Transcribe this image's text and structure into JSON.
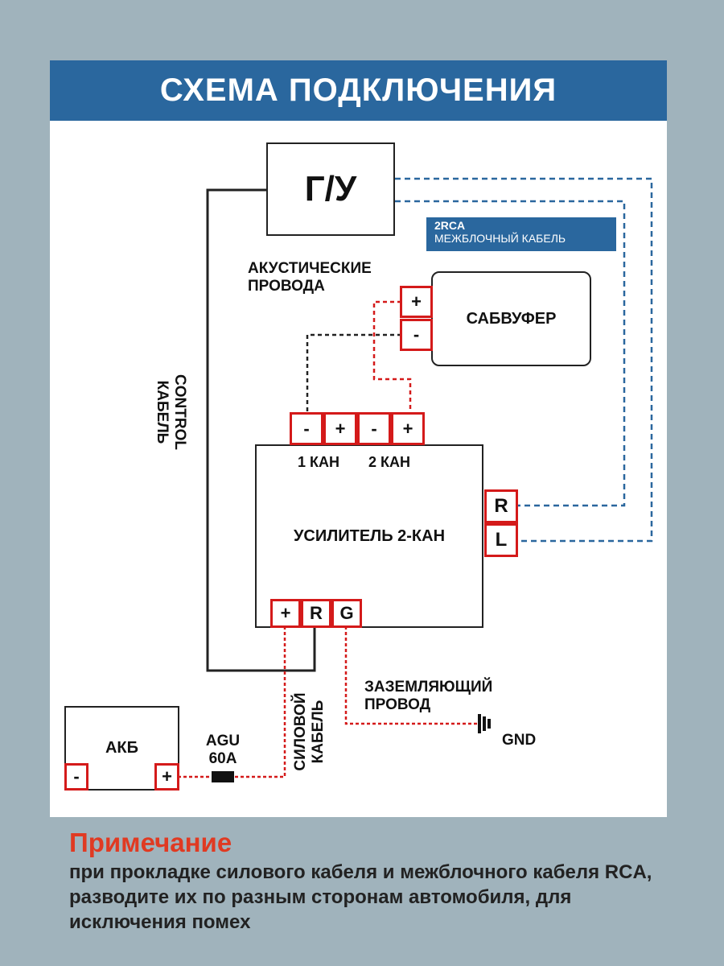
{
  "title": "СХЕМА ПОДКЛЮЧЕНИЯ",
  "head_unit": "Г/У",
  "rca_tag": {
    "line1": "2RCA",
    "line2": "МЕЖБЛОЧНЫЙ КАБЕЛЬ"
  },
  "speaker_wires": {
    "line1": "АКУСТИЧЕСКИЕ",
    "line2": "ПРОВОДА"
  },
  "subwoofer": "САБВУФЕР",
  "sub_terminals": [
    "+",
    "-"
  ],
  "amp_out_terminals": [
    "-",
    "+",
    "-",
    "+"
  ],
  "channel_labels": [
    "1 КАН",
    "2 КАН"
  ],
  "amplifier": "УСИЛИТЕЛЬ 2-КАН",
  "rca_terminals": [
    "R",
    "L"
  ],
  "power_terminals": [
    "+",
    "R",
    "G"
  ],
  "control_cable": {
    "line1": "CONTROL",
    "line2": "КАБЕЛЬ"
  },
  "power_cable": {
    "line1": "СИЛОВОЙ",
    "line2": "КАБЕЛЬ"
  },
  "ground_wire": {
    "line1": "ЗАЗЕМЛЯЮЩИЙ",
    "line2": "ПРОВОД"
  },
  "gnd": "GND",
  "battery": "АКБ",
  "battery_terminals": [
    "-",
    "+"
  ],
  "fuse": {
    "line1": "AGU",
    "line2": "60A"
  },
  "note": {
    "title": "Примечание",
    "text": "при прокладке силового кабеля и межблочного кабеля RCA, разводите их по разным сторонам автомобиля, для исключения помех"
  },
  "colors": {
    "banner": "#2a679e",
    "power_wire": "#d41a1a",
    "rca_wire": "#2a679e",
    "note_title": "#e03a22",
    "background": "#a0b3bc"
  }
}
